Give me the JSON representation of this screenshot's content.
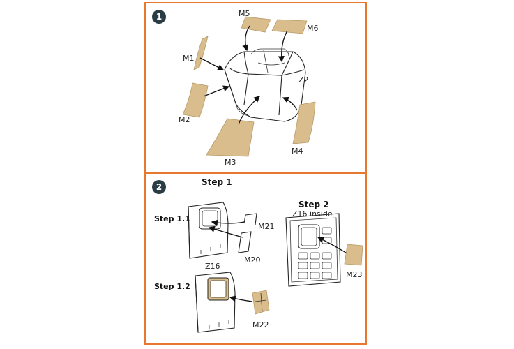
{
  "panels": [
    {
      "number": "1",
      "labels": {
        "m1": "M1",
        "m2": "M2",
        "m3": "M3",
        "m4": "M4",
        "m5": "M5",
        "m6": "M6",
        "z2": "Z2"
      }
    },
    {
      "number": "2",
      "titles": {
        "step1": "Step 1",
        "step11": "Step 1.1",
        "step12": "Step 1.2",
        "step2": "Step 2",
        "step2_sub": "Z16 inside"
      },
      "labels": {
        "m20": "M20",
        "m21": "M21",
        "m22": "M22",
        "m23": "M23",
        "z16": "Z16"
      }
    }
  ],
  "colors": {
    "frame": "#e8782f",
    "badge": "#2a3c44",
    "mask": "#d9bd8c"
  }
}
